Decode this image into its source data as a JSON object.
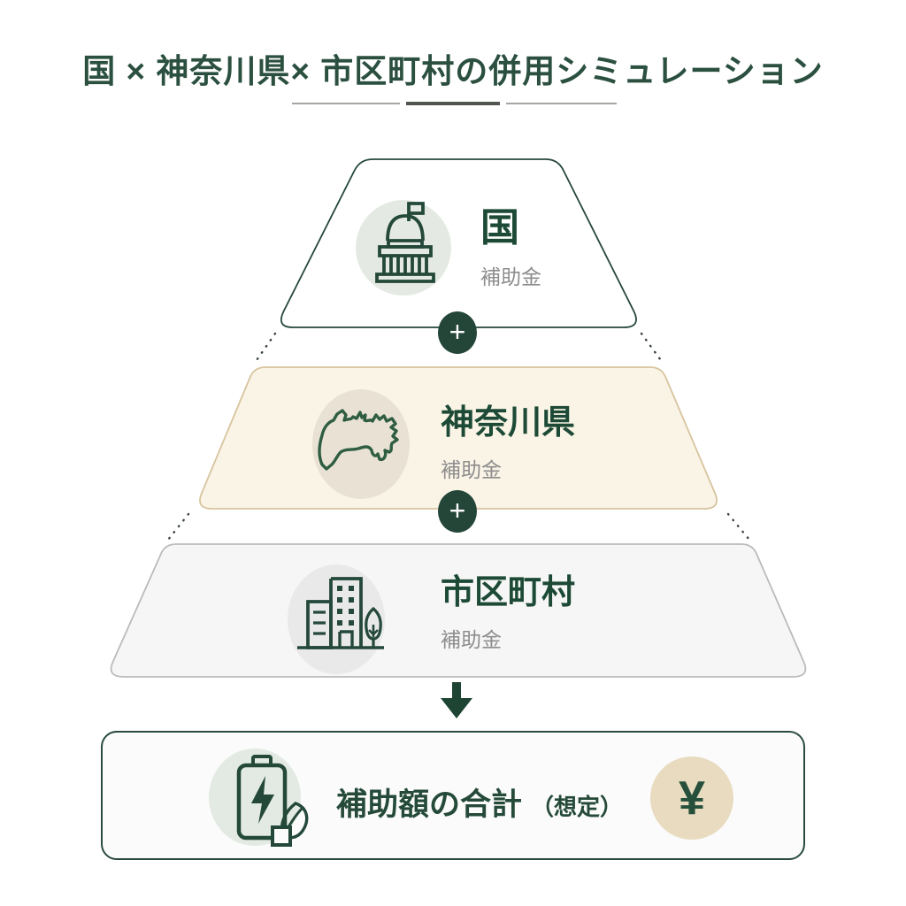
{
  "title": "国 × 神奈川県× 市区町村の併用シミュレーション",
  "tiers": [
    {
      "id": "national",
      "name": "国",
      "label": "補助金",
      "icon": "government-building-icon"
    },
    {
      "id": "prefecture",
      "name": "神奈川県",
      "label": "補助金",
      "icon": "kanagawa-map-icon"
    },
    {
      "id": "municipality",
      "name": "市区町村",
      "label": "補助金",
      "icon": "city-buildings-icon"
    }
  ],
  "plus_symbol": "+",
  "total": {
    "title": "補助額の合計",
    "note": "（想定）",
    "currency": "¥",
    "icon": "eco-battery-icon"
  },
  "colors": {
    "accent_green": "#24483a",
    "title_green": "#2b5040",
    "cream_fill": "#faf4e6",
    "cream_border": "#d8c49e",
    "gray_fill": "#f5f6f5",
    "gray_border": "#b9bcb9",
    "pale_green_circle": "#e4eae3",
    "beige_circle": "#e9e2d4",
    "gray_circle": "#e9e9e9",
    "tan_circle": "#e8dbc0",
    "muted_text": "#8d8d8d"
  }
}
